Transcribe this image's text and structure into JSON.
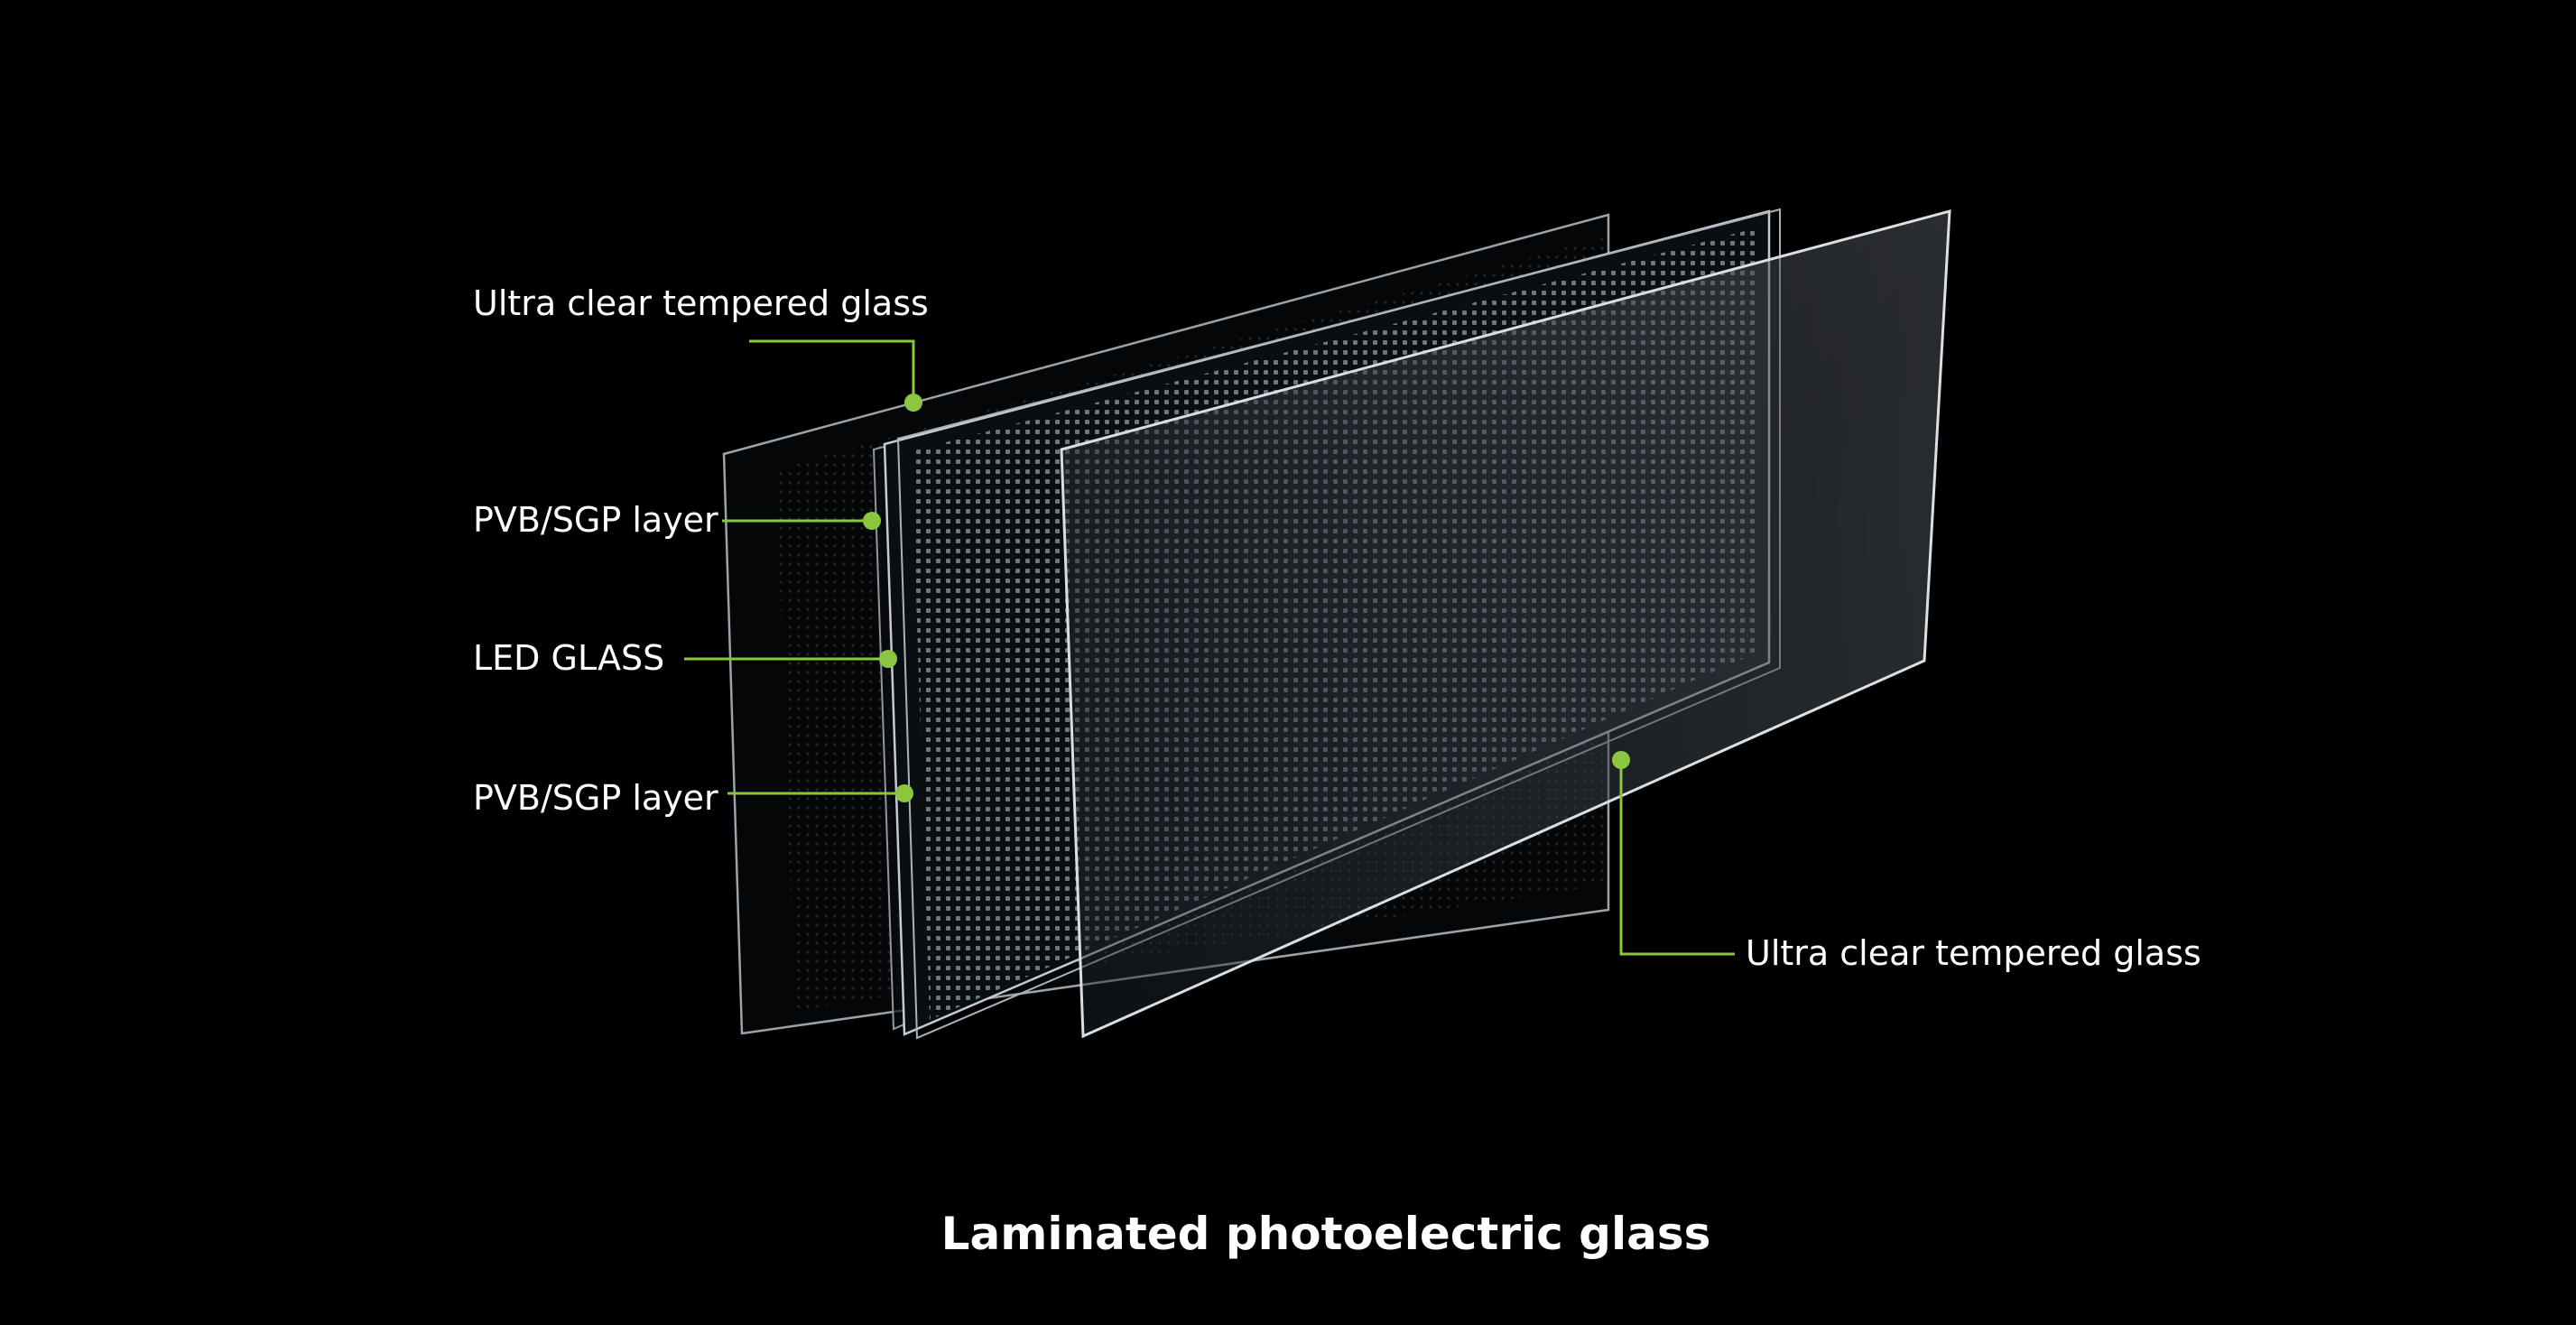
{
  "colors": {
    "background": "#000000",
    "accent": "#8cc63f",
    "text": "#ffffff",
    "panel_edge": "#bfc6cc"
  },
  "layers": [
    {
      "label": "Ultra clear tempered glass"
    },
    {
      "label": "PVB/SGP layer"
    },
    {
      "label": "LED GLASS"
    },
    {
      "label": "PVB/SGP layer"
    },
    {
      "label": "Ultra clear tempered glass"
    }
  ],
  "caption": "Laminated photoelectric glass"
}
